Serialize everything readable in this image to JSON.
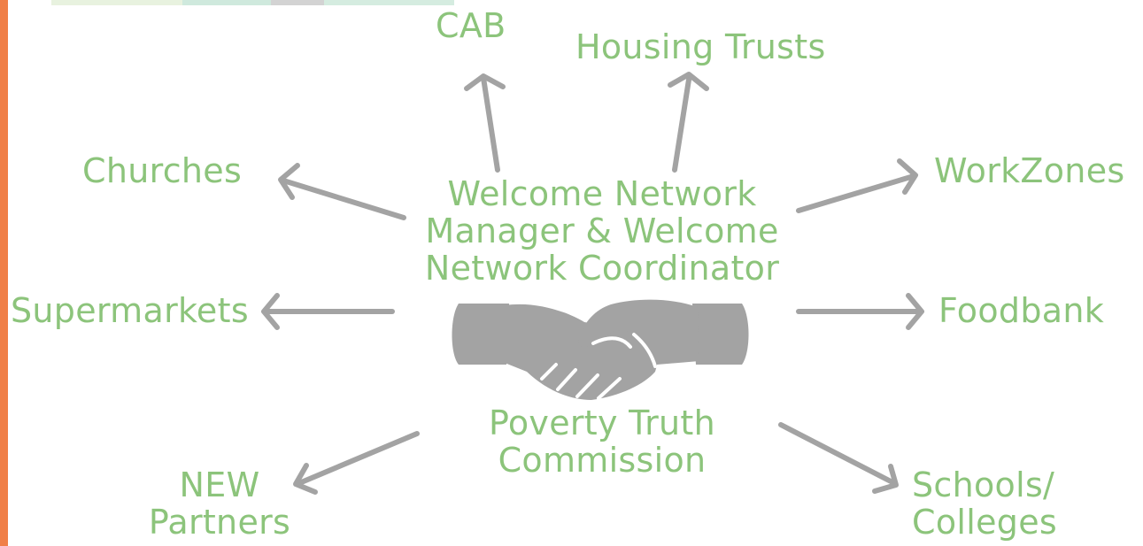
{
  "colors": {
    "text": "#8cc47b",
    "arrow": "#a3a3a3",
    "accent_bar": "#f07f47",
    "strip": [
      "#e8f2df",
      "#cfe9dd",
      "#d3d3d3",
      "#d5ece0"
    ]
  },
  "icon": "handshake-icon",
  "center": {
    "top_lines": [
      "Welcome Network",
      "Manager & Welcome",
      "Network Coordinator"
    ],
    "bottom_lines": [
      "Poverty Truth",
      "Commission"
    ]
  },
  "partners": {
    "cab": "CAB",
    "housing_trusts": "Housing Trusts",
    "churches": "Churches",
    "workzones": "WorkZones",
    "supermarkets": "Supermarkets",
    "foodbank": "Foodbank",
    "new_partners": [
      "NEW",
      "Partners"
    ],
    "schools_colleges": [
      "Schools/",
      "Colleges"
    ]
  }
}
